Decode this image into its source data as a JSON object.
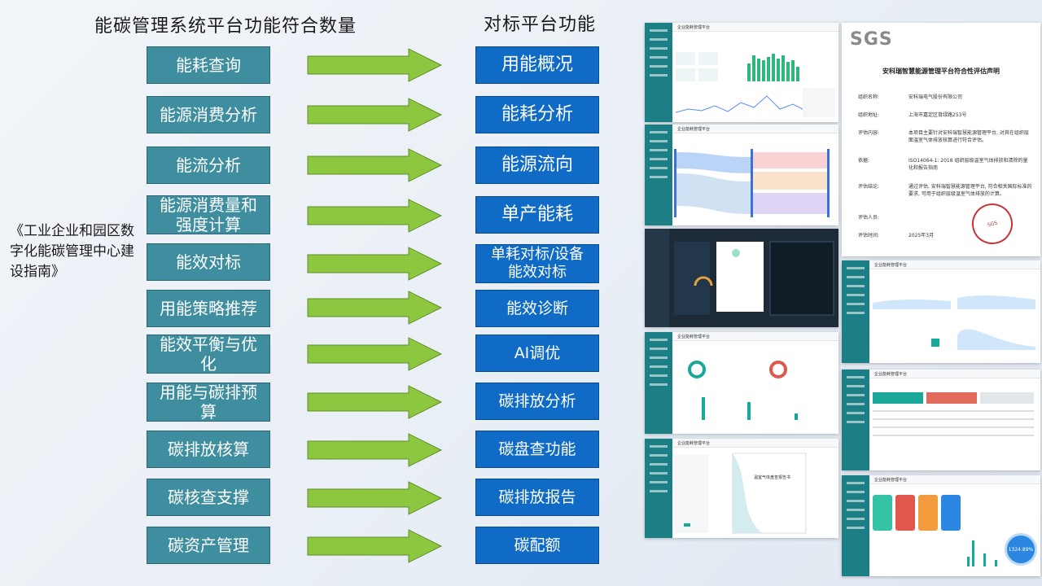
{
  "titles": {
    "left": "能碳管理系统平台功能符合数量",
    "right": "对标平台功能"
  },
  "guide_text": "《工业企业和园区数字化能碳管理中心建设指南》",
  "rows": [
    {
      "left": "能耗查询",
      "right": "用能概况"
    },
    {
      "left": "能源消费分析",
      "right": "能耗分析"
    },
    {
      "left": "能流分析",
      "right": "能源流向"
    },
    {
      "left": "能源消费量和强度计算",
      "right": "单产能耗"
    },
    {
      "left": "能效对标",
      "right": "单耗对标/设备能效对标"
    },
    {
      "left": "用能策略推荐",
      "right": "能效诊断"
    },
    {
      "left": "能效平衡与优化",
      "right": "AI调优"
    },
    {
      "left": "用能与碳排预算",
      "right": "碳排放分析"
    },
    {
      "left": "碳排放核算",
      "right": "碳盘查功能"
    },
    {
      "left": "碳核查支撑",
      "right": "碳排放报告"
    },
    {
      "left": "碳资产管理",
      "right": "碳配额"
    }
  ],
  "screens": {
    "app_title": "企业能耗管理平台",
    "report_title": "温室气体盘查报告书",
    "badge_value": "1324.89%"
  },
  "certificate": {
    "logo": "SGS",
    "title": "安科瑞智慧能源管理平台符合性评估声明",
    "rows": [
      {
        "k": "组织名称:",
        "v": "安科瑞电气股份有限公司"
      },
      {
        "k": "组织地址:",
        "v": "上海市嘉定区育绿路253号"
      },
      {
        "k": "评估内容:",
        "v": "本项目主要针对安科瑞智慧能源管理平台, 对其在组织层面温室气体排放核算进行符合评估。"
      },
      {
        "k": "依据:",
        "v": "ISO14064-1: 2018 组织层级温室气体排放和清除的量化和报告指南"
      },
      {
        "k": "评估结论:",
        "v": "通过评估, 安科瑞智慧能源管理平台, 符合相关国际标准的要求, 可用于组织层级温室气体排放的计算。"
      },
      {
        "k": "评估人员:",
        "v": ""
      },
      {
        "k": "评估时间:",
        "v": "2025年3月"
      }
    ]
  },
  "colors": {
    "left_box": "#3e8ea0",
    "right_box": "#0f6bc5",
    "arrow": "#8dc63f",
    "sidebar": "#1d7f86"
  }
}
